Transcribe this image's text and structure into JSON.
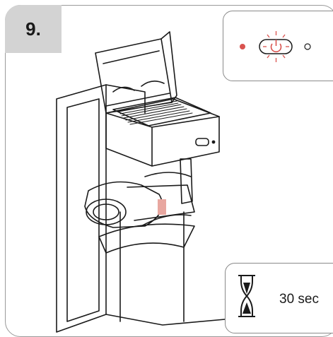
{
  "step": {
    "number": "9."
  },
  "indicator": {
    "left_led": "on",
    "power_button_icon": "power-icon",
    "right_led": "off",
    "accent_color": "#d9534f"
  },
  "timer": {
    "icon": "hourglass-icon",
    "label": "30 sec"
  },
  "colors": {
    "outline": "#1a1a1a",
    "badge": "#d3d3d3",
    "highlight": "#e8a7a0"
  }
}
